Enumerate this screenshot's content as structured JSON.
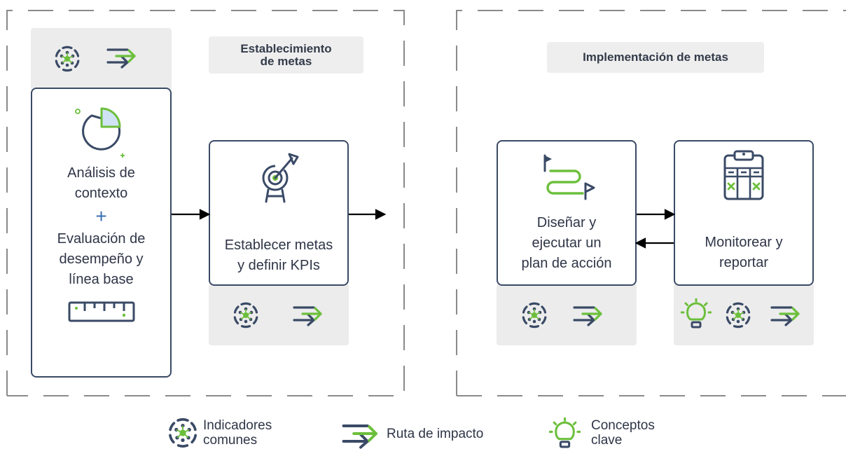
{
  "sections": {
    "goal_setting": {
      "title_line1": "Establecimiento",
      "title_line2": "de metas"
    },
    "goal_implementation": {
      "title": "Implementación de metas"
    }
  },
  "cards": {
    "context_analysis": {
      "line1": "Análisis de",
      "line2": "contexto",
      "plus": "+",
      "line3": "Evaluación de",
      "line4": "desempeño y",
      "line5": "línea base"
    },
    "set_goals": {
      "line1": "Establecer metas",
      "line2": "y definir KPIs"
    },
    "action_plan": {
      "line1": "Diseñar y",
      "line2": "ejecutar un",
      "line3": "plan de acción"
    },
    "monitor": {
      "line1": "Monitorear y",
      "line2": "reportar"
    }
  },
  "legend": {
    "common_indicators": {
      "line1": "Indicadores",
      "line2": "comunes"
    },
    "impact_path": {
      "label": "Ruta de impacto"
    },
    "key_concepts": {
      "line1": "Conceptos",
      "line2": "clave"
    }
  },
  "colors": {
    "navy": "#3a4a66",
    "green": "#6cbf3c",
    "panel_gray": "#ececec",
    "dash_gray": "#8a8a8a"
  },
  "icons": [
    "indicators-icon",
    "impact-path-icon",
    "key-concepts-icon",
    "pie-chart-icon",
    "ruler-icon",
    "target-icon",
    "route-flags-icon",
    "clipboard-icon"
  ]
}
